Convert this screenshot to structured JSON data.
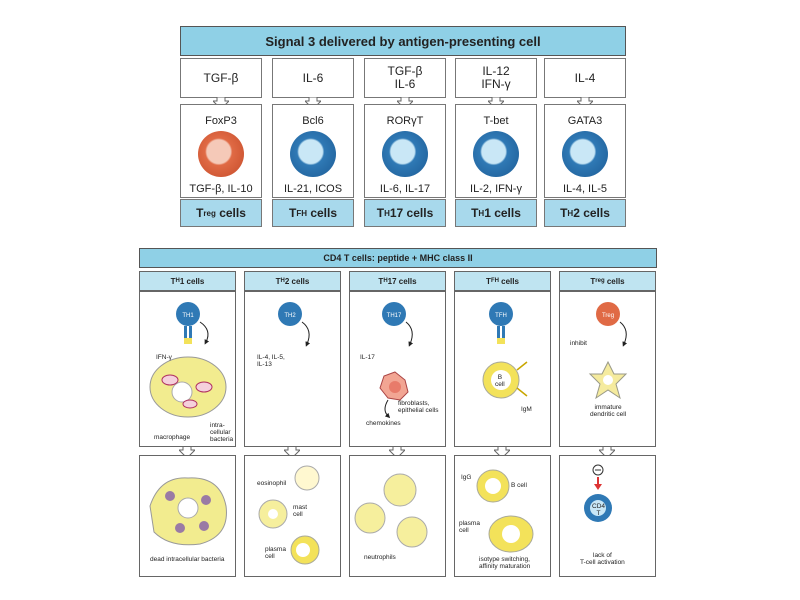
{
  "top": {
    "title": "Signal 3 delivered by antigen-presenting cell",
    "signals": [
      [
        "TGF-β"
      ],
      [
        "IL-6"
      ],
      [
        "TGF-β",
        "IL-6"
      ],
      [
        "IL-12",
        "IFN-γ"
      ],
      [
        "IL-4"
      ]
    ],
    "columns": [
      {
        "tf": "FoxP3",
        "cytokines": "TGF-β, IL-10",
        "label": "T",
        "sub": "reg",
        "suffix": " cells",
        "color": "orange"
      },
      {
        "tf": "Bcl6",
        "cytokines": "IL-21, ICOS",
        "label": "T",
        "sub": "FH",
        "suffix": " cells",
        "color": "blue"
      },
      {
        "tf": "RORγT",
        "cytokines": "IL-6, IL-17",
        "label": "T",
        "sub": "H",
        "suffix": "17 cells",
        "color": "blue"
      },
      {
        "tf": "T-bet",
        "cytokines": "IL-2, IFN-γ",
        "label": "T",
        "sub": "H",
        "suffix": "1 cells",
        "color": "blue"
      },
      {
        "tf": "GATA3",
        "cytokines": "IL-4, IL-5",
        "label": "T",
        "sub": "H",
        "suffix": "2 cells",
        "color": "blue"
      }
    ]
  },
  "bottom": {
    "title": "CD4 T cells: peptide + MHC class II",
    "headers": [
      {
        "t": "T",
        "sub": "H",
        "rest": "1 cells"
      },
      {
        "t": "T",
        "sub": "H",
        "rest": "2 cells"
      },
      {
        "t": "T",
        "sub": "H",
        "rest": "17 cells"
      },
      {
        "t": "T",
        "sub": "FH",
        "rest": " cells"
      },
      {
        "t": "T",
        "sub": "reg",
        "rest": " cells"
      }
    ],
    "cell_labels": [
      "TH1",
      "TH2",
      "TH17",
      "TFH",
      "Treg"
    ],
    "th1": {
      "ifn": "IFN-γ",
      "macrophage": "macrophage",
      "bacteria": "intra-\ncellular\nbacteria",
      "result": "dead intracellular bacteria"
    },
    "th2": {
      "cytokines": "IL-4, IL-5,\nIL-13",
      "eosinophil": "eosinophil",
      "mast": "mast\ncell",
      "plasma": "plasma\ncell"
    },
    "th17": {
      "il17": "IL-17",
      "fibro": "fibroblasts,\nepithelial cells",
      "chemokines": "chemokines",
      "neutrophils": "neutrophils"
    },
    "tfh": {
      "bcell": "B\ncell",
      "igm": "IgM",
      "igg": "IgG",
      "bcell2": "B cell",
      "plasma": "plasma\ncell",
      "result": "isotype switching,\naffinity maturation"
    },
    "treg": {
      "inhibit": "inhibit",
      "dc": "immature\ndendritic cell",
      "cd4": "CD4\nT",
      "result": "lack of\nT-cell activation"
    }
  }
}
